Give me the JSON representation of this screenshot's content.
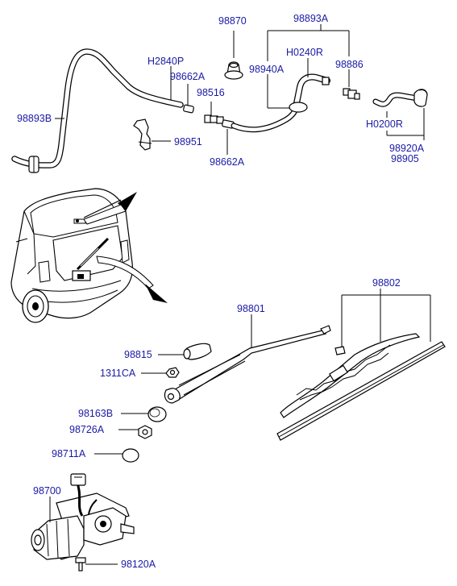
{
  "colors": {
    "label": "#1a1aa6",
    "line": "#000000",
    "background": "#ffffff"
  },
  "labels": {
    "p98870": "98870",
    "p98893A": "98893A",
    "pH2840P": "H2840P",
    "pH0240R": "H0240R",
    "p98940A": "98940A",
    "p98886": "98886",
    "p98662A_top": "98662A",
    "p98516": "98516",
    "p98893B": "98893B",
    "p98951": "98951",
    "p98662A_bot": "98662A",
    "pH0200R": "H0200R",
    "p98920A": "98920A",
    "p98905": "98905",
    "p98802": "98802",
    "p98801": "98801",
    "p98815": "98815",
    "p1311CA": "1311CA",
    "p98163B": "98163B",
    "p98726A": "98726A",
    "p98711A": "98711A",
    "p98700": "98700",
    "p98120A": "98120A"
  }
}
